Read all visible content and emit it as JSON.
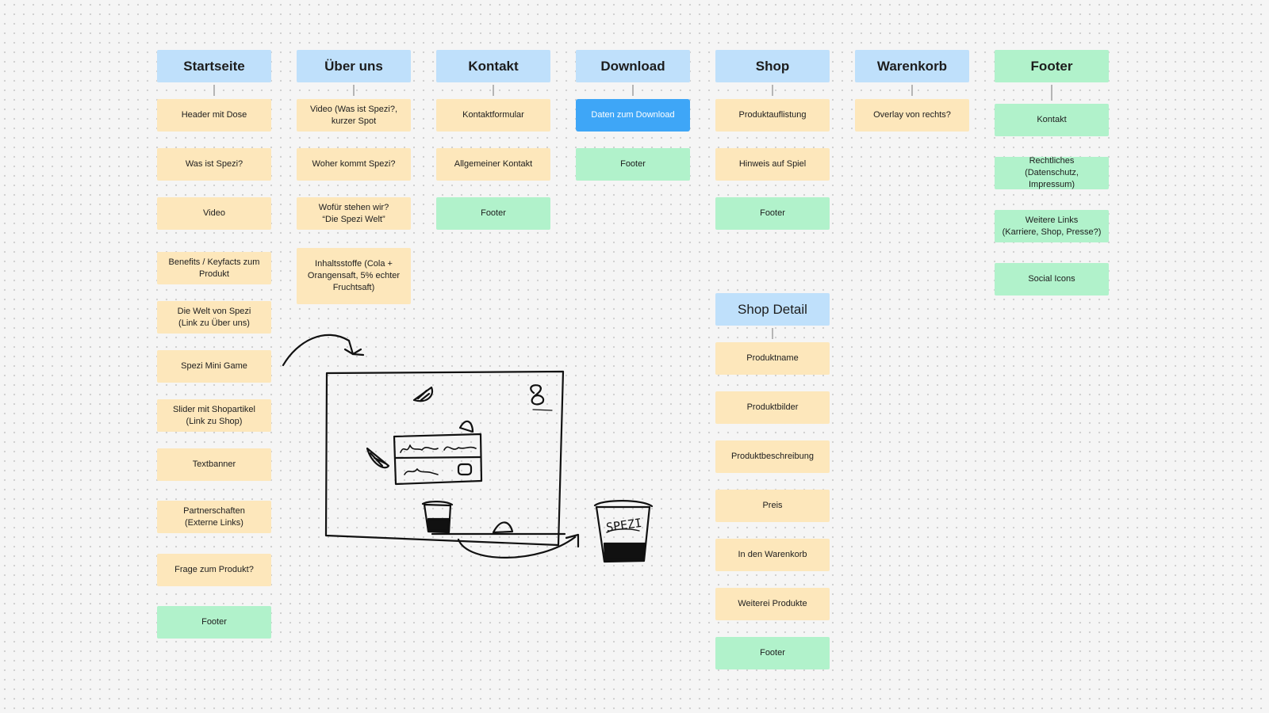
{
  "columns": [
    {
      "key": "startseite",
      "title": "Startseite",
      "header_color": "#bfe0fb",
      "cards": [
        {
          "text": "Header mit Dose",
          "color": "note"
        },
        {
          "text": "Was ist Spezi?",
          "color": "note"
        },
        {
          "text": "Video",
          "color": "note"
        },
        {
          "text": "Benefits / Keyfacts zum\nProdukt",
          "color": "note"
        },
        {
          "text": "Die Welt von Spezi\n(Link zu Über uns)",
          "color": "note"
        },
        {
          "text": "Spezi Mini Game",
          "color": "note"
        },
        {
          "text": "Slider mit Shopartikel\n(Link zu Shop)",
          "color": "note"
        },
        {
          "text": "Textbanner",
          "color": "note"
        },
        {
          "text": "Partnerschaften\n(Externe Links)",
          "color": "note"
        },
        {
          "text": "Frage zum Produkt?",
          "color": "note"
        },
        {
          "text": "Footer",
          "color": "green"
        }
      ]
    },
    {
      "key": "ueber-uns",
      "title": "Über uns",
      "header_color": "#bfe0fb",
      "cards": [
        {
          "text": "Video (Was ist Spezi?,\nkurzer Spot",
          "color": "note"
        },
        {
          "text": "Woher kommt Spezi?",
          "color": "note"
        },
        {
          "text": "Wofür stehen wir?\n“Die Spezi Welt”",
          "color": "note"
        },
        {
          "text": "Inhaltsstoffe (Cola +\nOrangensaft, 5% echter\nFruchtsaft)",
          "color": "note"
        }
      ]
    },
    {
      "key": "kontakt",
      "title": "Kontakt",
      "header_color": "#bfe0fb",
      "cards": [
        {
          "text": "Kontaktformular",
          "color": "note"
        },
        {
          "text": "Allgemeiner Kontakt",
          "color": "note"
        },
        {
          "text": "Footer",
          "color": "green"
        }
      ]
    },
    {
      "key": "download",
      "title": "Download",
      "header_color": "#bfe0fb",
      "cards": [
        {
          "text": "Daten zum Download",
          "color": "blue"
        },
        {
          "text": "Footer",
          "color": "green"
        }
      ]
    },
    {
      "key": "shop",
      "title": "Shop",
      "header_color": "#bfe0fb",
      "cards": [
        {
          "text": "Produktauflistung",
          "color": "note"
        },
        {
          "text": "Hinweis auf Spiel",
          "color": "note"
        },
        {
          "text": "Footer",
          "color": "green"
        }
      ]
    },
    {
      "key": "warenkorb",
      "title": "Warenkorb",
      "header_color": "#bfe0fb",
      "cards": [
        {
          "text": "Overlay von rechts?",
          "color": "note"
        }
      ]
    },
    {
      "key": "footer",
      "title": "Footer",
      "header_color": "#b1f2cb",
      "cards": [
        {
          "text": "Kontakt",
          "color": "green"
        },
        {
          "text": "Rechtliches\n(Datenschutz, Impressum)",
          "color": "green"
        },
        {
          "text": "Weitere Links\n(Karriere, Shop, Presse?)",
          "color": "green"
        },
        {
          "text": "Social Icons",
          "color": "green"
        }
      ]
    }
  ],
  "shop_detail": {
    "title": "Shop Detail",
    "cards": [
      {
        "text": "Produktname",
        "color": "note"
      },
      {
        "text": "Produktbilder",
        "color": "note"
      },
      {
        "text": "Produktbeschreibung",
        "color": "note"
      },
      {
        "text": "Preis",
        "color": "note"
      },
      {
        "text": "In den Warenkorb",
        "color": "note"
      },
      {
        "text": "Weiterei Produkte",
        "color": "note"
      },
      {
        "text": "Footer",
        "color": "green"
      }
    ]
  },
  "sketch": {
    "score": "8",
    "can_label": "SPEZI"
  },
  "colors": {
    "page_header": "#bfe0fb",
    "footer_header": "#b1f2cb",
    "note": "#fde7bb",
    "green": "#b1f2cb",
    "blue": "#3ea6f7"
  }
}
